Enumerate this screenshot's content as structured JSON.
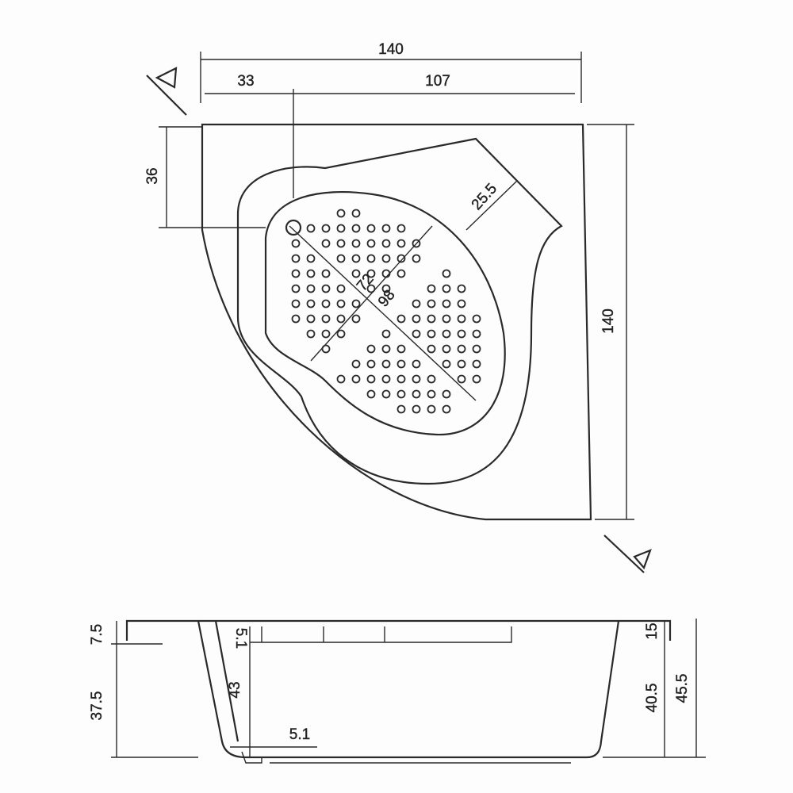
{
  "plan_view": {
    "overall_width": "140",
    "left_offset": "33",
    "right_offset": "107",
    "top_depth": "36",
    "shelf_width": "25.5",
    "basin_width": "72",
    "basin_length": "98",
    "overall_depth": "140"
  },
  "side_view": {
    "rim_height": "7.5",
    "base_height": "37.5",
    "seat_step": "5.1",
    "inner_depth": "43",
    "bottom_offset": "5.1",
    "right_rim": "15",
    "right_inner": "40.5",
    "total_height": "45.5"
  }
}
